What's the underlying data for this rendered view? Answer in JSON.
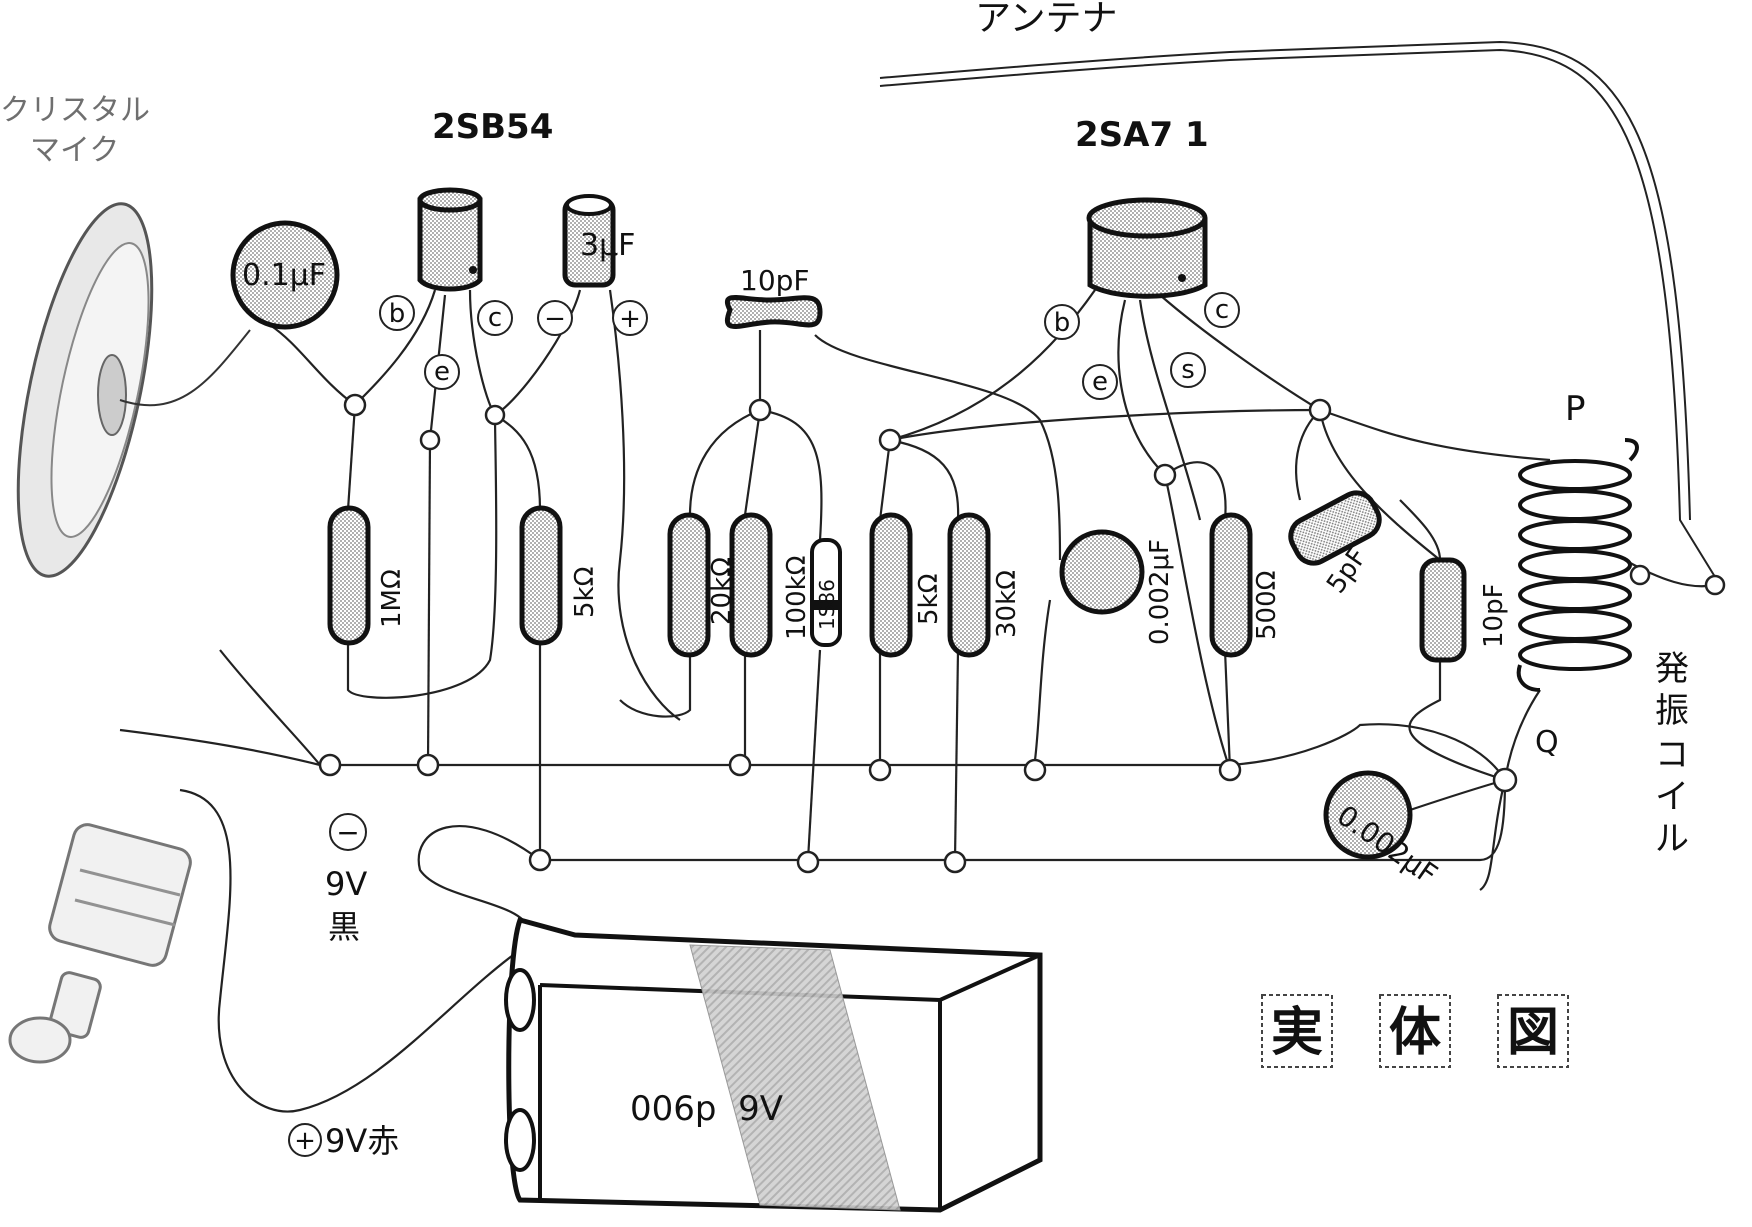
{
  "labels": {
    "antenna": "アンテナ",
    "mic_line1": "クリスタル",
    "mic_line2": "マイク",
    "transistor1": "2SB54",
    "transistor2": "2SA7 1",
    "cap_0_1uF": "0.1μF",
    "cap_3uF": "3μF",
    "cap_10pF_top": "10pF",
    "r_1M": "1MΩ",
    "r_5k_a": "5kΩ",
    "r_20k": "20kΩ",
    "r_100k": "100kΩ",
    "diode": "1S86",
    "r_5k_b": "5kΩ",
    "r_30k": "30kΩ",
    "cap_0_002uF_a": "0.002μF",
    "r_500": "500Ω",
    "cap_5pF": "5pF",
    "cap_10pF_right": "10pF",
    "cap_0_002uF_b": "0.002μF",
    "coil_P": "P",
    "coil_Q": "Q",
    "coil_name": "発振コイル",
    "pin_b": "b",
    "pin_c": "c",
    "pin_e": "e",
    "pin_s": "s",
    "minus_symbol": "−",
    "plus_symbol": "+",
    "neg_9v": "9V",
    "neg_black": "黒",
    "pos_9v_red": "9V赤",
    "battery": "006p  9V",
    "title_chars": [
      "実",
      "体",
      "図"
    ]
  },
  "colors": {
    "ink": "#111111",
    "stipple": "#b8b8b8",
    "paper": "#ffffff"
  }
}
